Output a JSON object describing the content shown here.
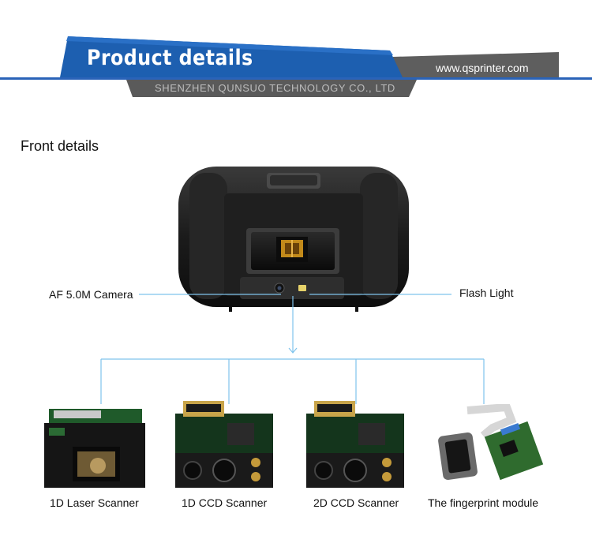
{
  "header": {
    "title": "Product details",
    "url": "www.qsprinter.com",
    "company": "SHENZHEN QUNSUO TECHNOLOGY CO., LTD",
    "colors": {
      "blue": "#1d5fb0",
      "gray": "#5f5f5f",
      "line": "#2a63b8"
    }
  },
  "section": {
    "title": "Front details"
  },
  "callouts": {
    "camera": "AF 5.0M Camera",
    "flash": "Flash Light"
  },
  "modules": [
    {
      "name": "1D Laser Scanner",
      "icon": "laser-scanner-image"
    },
    {
      "name": "1D CCD Scanner",
      "icon": "ccd-scanner-image"
    },
    {
      "name": "2D CCD Scanner",
      "icon": "ccd-scanner-image"
    },
    {
      "name": "The fingerprint module",
      "icon": "fingerprint-module-image"
    }
  ],
  "connector_color": "#7fc3ec"
}
